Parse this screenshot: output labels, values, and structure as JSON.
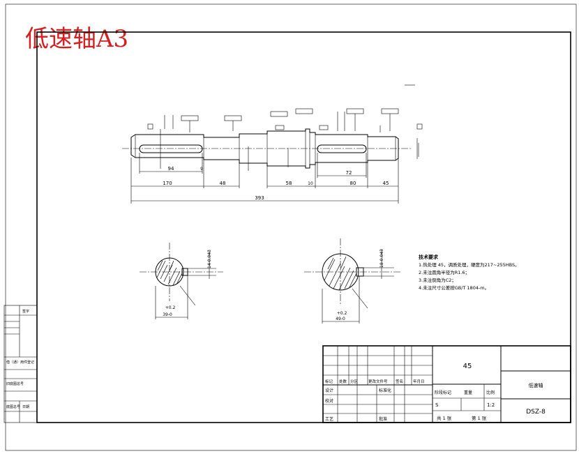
{
  "title": "低速轴A3",
  "dimensions": {
    "overall": "393",
    "seg_170": "170",
    "seg_48": "48",
    "seg_58": "58",
    "seg_10": "10",
    "seg_80": "80",
    "seg_45": "45",
    "key1_len": "94",
    "key1_off": "9",
    "key2_len": "72",
    "sec1_width": "39-0",
    "sec1_tol": "+0.2",
    "sec1_key": "14-0.043",
    "sec2_width": "49-0",
    "sec2_tol": "+0.2",
    "sec2_key": "18-0.043"
  },
  "tech_requirements": {
    "heading": "技术要求",
    "items": [
      "1.热处理 45，调质处理，硬度为217~255HBS。",
      "2.未注圆角半径为R1.6；",
      "3.未注倒角为C2；",
      "4.未注尺寸公差按GB/T 1804-m。"
    ]
  },
  "title_block": {
    "material": "45",
    "part_name": "低速轴",
    "drawing_no": "DSZ-8",
    "scale": "1:2",
    "stage_label": "S",
    "sheets_total": "共 1 张",
    "sheet_no": "第 1 张",
    "rev_headers": [
      "标记",
      "处数",
      "分区",
      "更改文件号",
      "签名",
      "年月日"
    ],
    "role_design": "设计",
    "role_check": "校对",
    "role_process": "工艺",
    "standardization": "标准化",
    "approve": "批准",
    "stage_headers": [
      "阶段标记",
      "重量",
      "比例"
    ]
  },
  "left_strip": {
    "lbl_a": "借（通）用件登记",
    "lbl_b": "旧底图总号",
    "lbl_c": "底图总号",
    "lbl_d": "签字",
    "lbl_e": "日期"
  }
}
